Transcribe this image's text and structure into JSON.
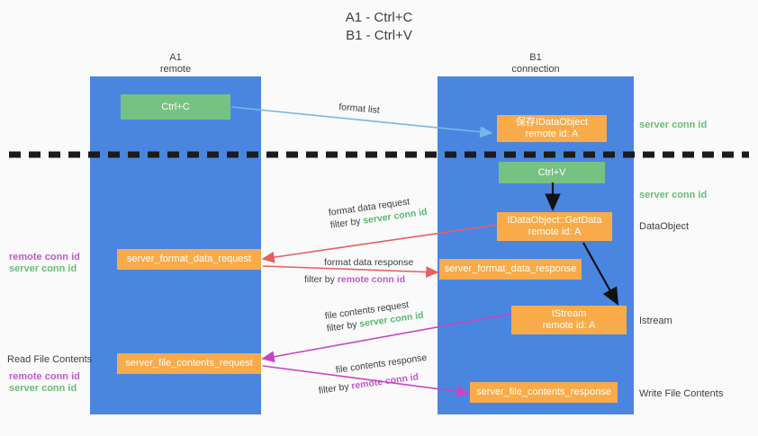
{
  "title": {
    "line1": "A1 - Ctrl+C",
    "line2": "B1 - Ctrl+V"
  },
  "columns": [
    {
      "id": "a1",
      "name": "A1",
      "sub": "remote"
    },
    {
      "id": "b1",
      "name": "B1",
      "sub": "connection"
    }
  ],
  "nodes": {
    "ctrl_c": "Ctrl+C",
    "ctrl_v": "Ctrl+V",
    "save_idataobject_l1": "保存IDataObject",
    "save_idataobject_l2": "remote id: A",
    "getdata_l1": "IDataObject::GetData",
    "getdata_l2": "remote id: A",
    "istream_l1": "IStream",
    "istream_l2": "remote id: A",
    "server_format_data_request": "server_format_data_request",
    "server_format_data_response": "server_format_data_response",
    "server_file_contents_request": "server_file_contents_request",
    "server_file_contents_response": "server_file_contents_response"
  },
  "edge_labels": {
    "format_list": "format list",
    "format_data_request": "format data request",
    "format_data_request_filter_pre": "filter by ",
    "format_data_request_filter_key": "server conn id",
    "format_data_response": "format data response",
    "format_data_response_filter_pre": "filter by ",
    "format_data_response_filter_key": "remote conn id",
    "file_contents_request": "file contents request",
    "file_contents_request_filter_pre": "filter by ",
    "file_contents_request_filter_key": "server conn id",
    "file_contents_response": "file contents response",
    "file_contents_response_filter_pre": "filter by ",
    "file_contents_response_filter_key": "remote conn id"
  },
  "right_notes": {
    "server_conn_id_top": "server conn id",
    "server_conn_id_mid": "server conn id",
    "dataobject": "DataObject",
    "istream": "Istream",
    "write_file_contents": "Write File Contents"
  },
  "left_notes": {
    "remote_conn_id_1": "remote conn id",
    "server_conn_id_1": "server conn id",
    "read_file_contents": "Read File Contents",
    "remote_conn_id_2": "remote conn id",
    "server_conn_id_2": "server conn id"
  },
  "colors": {
    "lane": "#4a86e0",
    "orange": "#f9ab49",
    "green_box": "#76c282",
    "green_text": "#6aba7a",
    "purple_text": "#c258d0",
    "arrow_blue": "#7ab6e8",
    "arrow_red": "#e4615f",
    "arrow_magenta": "#c944c4",
    "arrow_black": "#000000",
    "background": "#fafafa"
  }
}
